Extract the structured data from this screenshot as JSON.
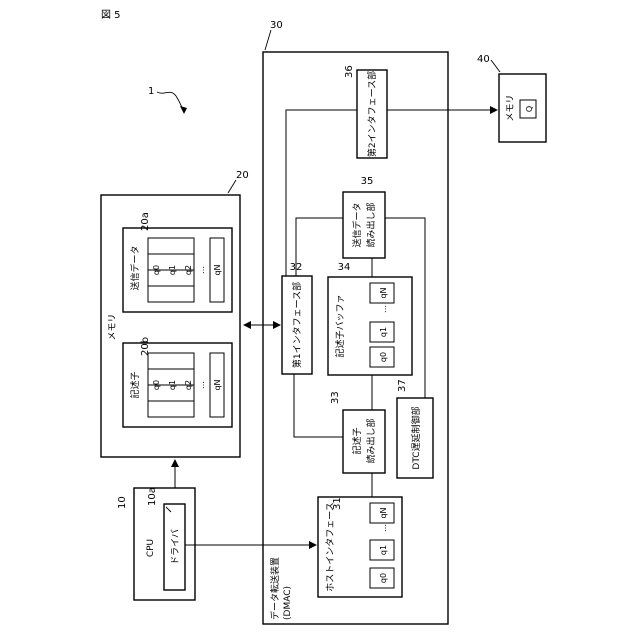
{
  "figure": {
    "title": "図 5",
    "system_ref": "1"
  },
  "cpu": {
    "ref": "10",
    "label": "CPU",
    "driver": {
      "ref": "10a",
      "label": "ドライバ"
    }
  },
  "memory20": {
    "ref": "20",
    "label": "メモリ",
    "send_data": {
      "ref": "20a",
      "label": "送信データ",
      "cells": [
        "q0",
        "q1",
        "q2",
        "…",
        "qN"
      ]
    },
    "descriptor": {
      "ref": "20b",
      "label": "記述子",
      "cells": [
        "q0",
        "q1",
        "q2",
        "…",
        "qN"
      ]
    }
  },
  "dmac": {
    "ref": "30",
    "label_line1": "データ転送装置",
    "label_line2": "(DMAC)",
    "host_if": {
      "ref": "31",
      "label": "ホストインタフェース",
      "cells": [
        "q0",
        "q1",
        "…",
        "qN"
      ]
    },
    "first_if": {
      "ref": "32",
      "label": "第1インタフェース部"
    },
    "desc_reader": {
      "ref": "33",
      "label_line1": "記述子",
      "label_line2": "読み出し部"
    },
    "desc_buffer": {
      "ref": "34",
      "label": "記述子バッファ",
      "cells": [
        "q0",
        "q1",
        "…",
        "qN"
      ]
    },
    "data_reader": {
      "ref": "35",
      "label_line1": "送信データ",
      "label_line2": "読み出し部"
    },
    "second_if": {
      "ref": "36",
      "label": "第2インタフェース部"
    },
    "dtc": {
      "ref": "37",
      "label": "DTC遅延制御部"
    }
  },
  "memory40": {
    "ref": "40",
    "label": "メモリ",
    "cell": "Q"
  }
}
